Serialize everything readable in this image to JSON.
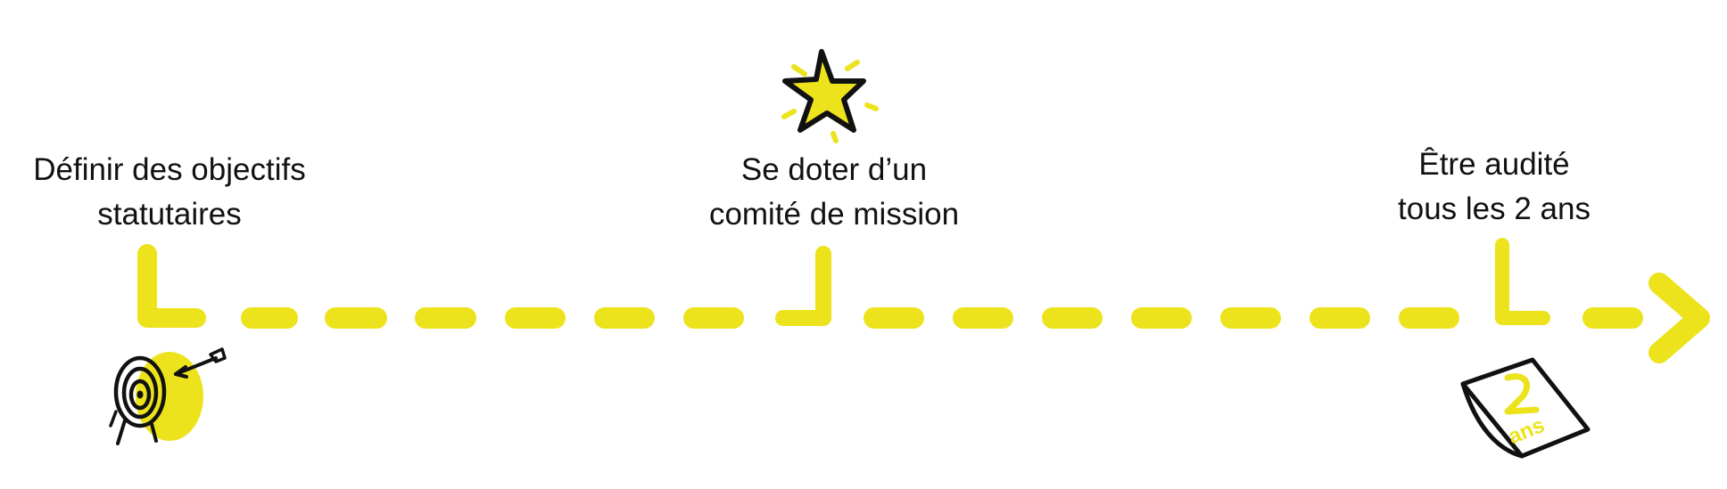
{
  "colors": {
    "accent": "#ece31c",
    "ink": "#111111",
    "background": "#ffffff"
  },
  "milestones": [
    {
      "line1": "Définir des objectifs",
      "line2": "statutaires",
      "icon": "target-icon"
    },
    {
      "line1": "Se doter d’un",
      "line2": "comité de mission",
      "icon": "star-icon"
    },
    {
      "line1": "Être audité",
      "line2_prefix": "tous les ",
      "line2_highlight": "2 ans",
      "icon": "calendar-icon"
    }
  ],
  "calendar": {
    "number": "2",
    "unit": "ans"
  }
}
